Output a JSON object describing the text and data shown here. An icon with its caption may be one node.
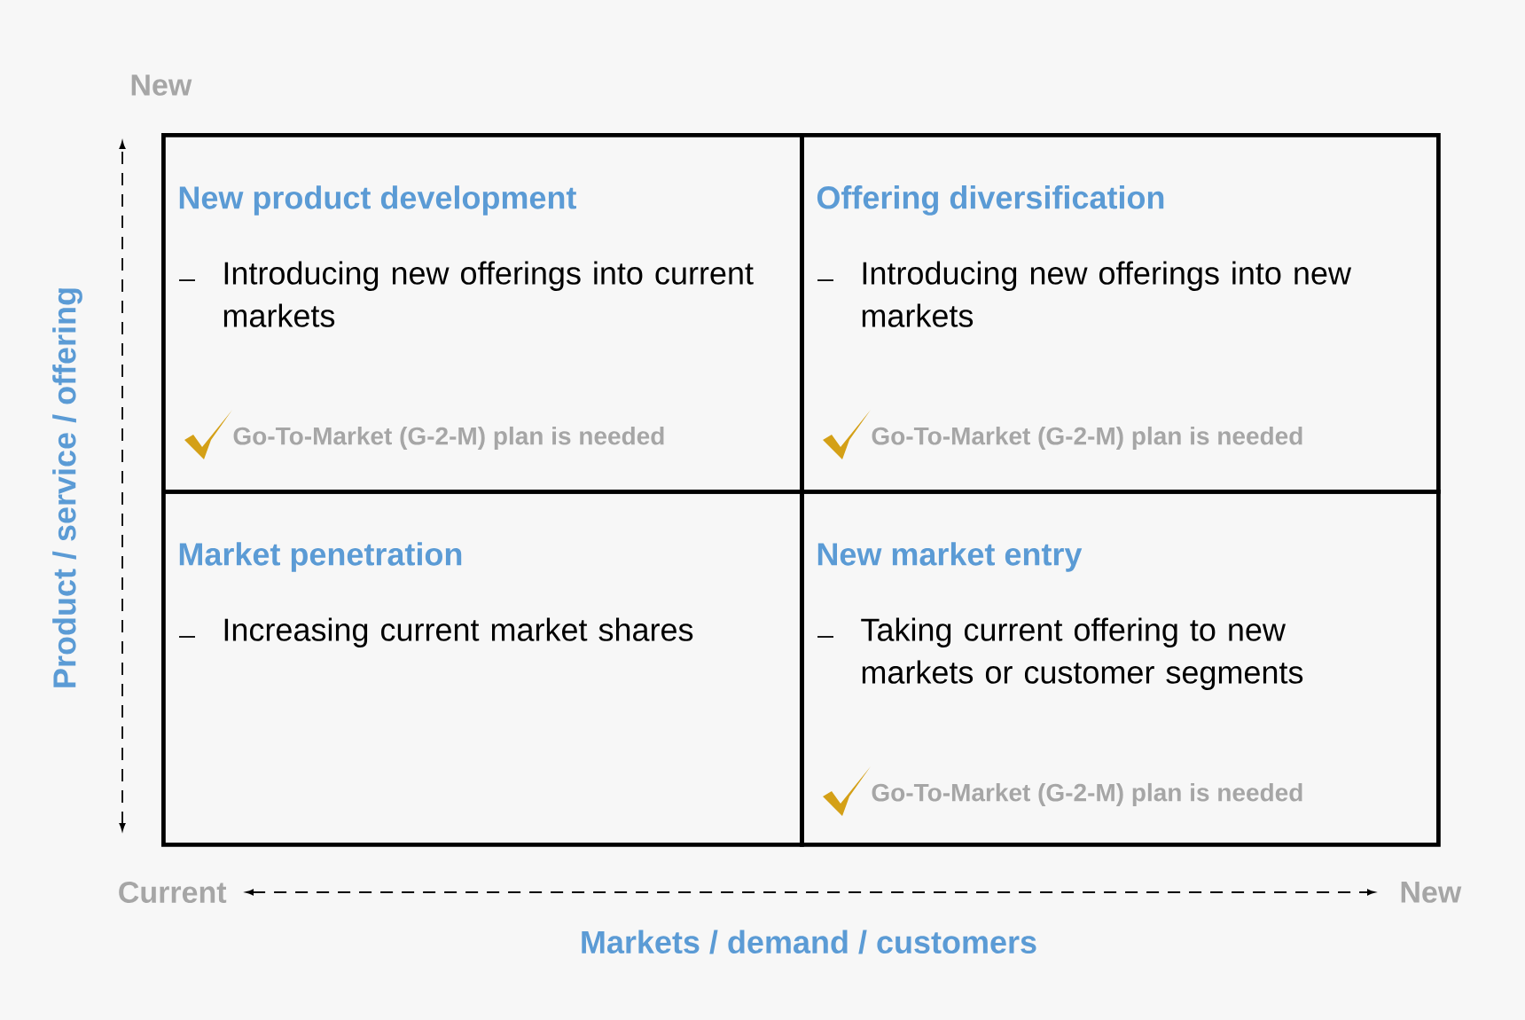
{
  "diagram": {
    "nodes": [
      {
        "text": [
          "New product development",
          "Introducing new offerings into current markets",
          "Go-To-Market (G-2-M) plan is needed"
        ]
      },
      {
        "text": [
          "Offering diversification",
          "Introducing new offerings into new markets",
          "Go-To-Market (G-2-M) plan is needed"
        ]
      },
      {
        "text": [
          "Market penetration",
          "Increasing current market shares"
        ]
      },
      {
        "text": [
          "New market entry",
          "Taking current offering to new markets or customer segments",
          "Go-To-Market (G-2-M) plan is needed"
        ]
      }
    ],
    "labels": [
      "New",
      "Product / service / offering",
      "Current",
      "New",
      "Markets / demand / customers"
    ]
  }
}
